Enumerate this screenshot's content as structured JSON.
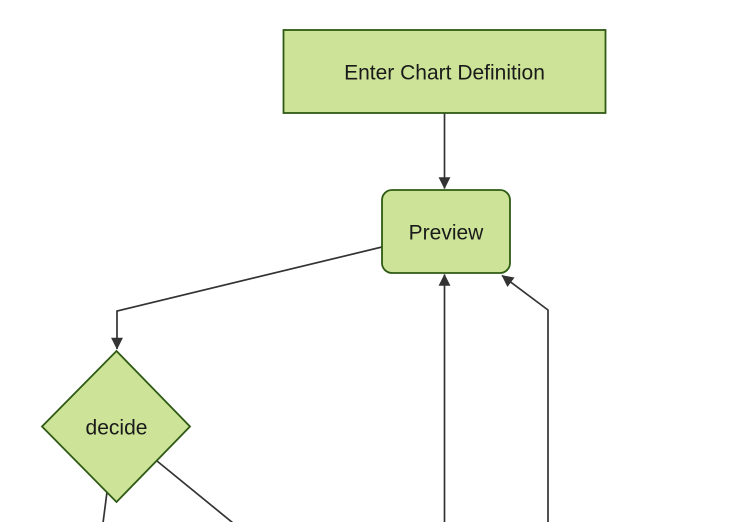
{
  "diagram": {
    "type": "flowchart",
    "direction": "top-down",
    "theme": "forest",
    "colors": {
      "bg": "#ffffff",
      "node_fill": "#cde498",
      "node_border": "#2f5a14",
      "edge_line": "#333333",
      "label_text": "#1a1a1a"
    },
    "nodes": [
      {
        "id": "enter-chart-definition",
        "label": "Enter Chart Definition",
        "shape": "rectangle"
      },
      {
        "id": "preview",
        "label": "Preview",
        "shape": "rounded-rectangle"
      },
      {
        "id": "decide",
        "label": "decide",
        "shape": "diamond"
      }
    ],
    "edges": [
      {
        "from": "enter-chart-definition",
        "to": "preview",
        "arrowhead": true
      },
      {
        "from": "preview",
        "to": "decide",
        "arrowhead": true
      },
      {
        "from": "offscreen-bottom-center",
        "to": "preview",
        "arrowhead": true
      },
      {
        "from": "offscreen-bottom-right",
        "to": "preview",
        "arrowhead": true
      },
      {
        "from": "decide",
        "to": "offscreen-bottom-left",
        "arrowhead": false
      },
      {
        "from": "decide",
        "to": "offscreen-bottom-right",
        "arrowhead": false
      }
    ]
  }
}
